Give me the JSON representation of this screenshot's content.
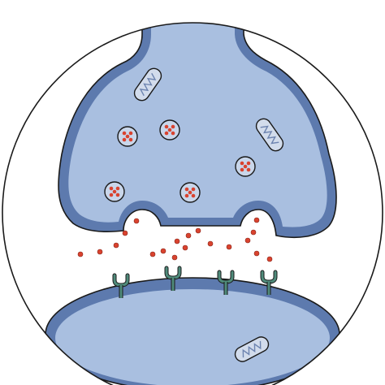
{
  "diagram": {
    "colors": {
      "background": "#ffffff",
      "outline": "#1a1a1a",
      "cytoplasm": "#a9bfe0",
      "membrane": "#5d7aae",
      "organelle_fill": "#d2dcec",
      "vesicle_fill": "#c9d6ea",
      "neurotransmitter": "#d9432f",
      "receptor": "#4f8a7a"
    },
    "elements": [
      "presynaptic-terminal",
      "postsynaptic-cell",
      "synaptic-vesicle",
      "mitochondrion",
      "neurotransmitter",
      "receptor",
      "synaptic-cleft"
    ]
  }
}
